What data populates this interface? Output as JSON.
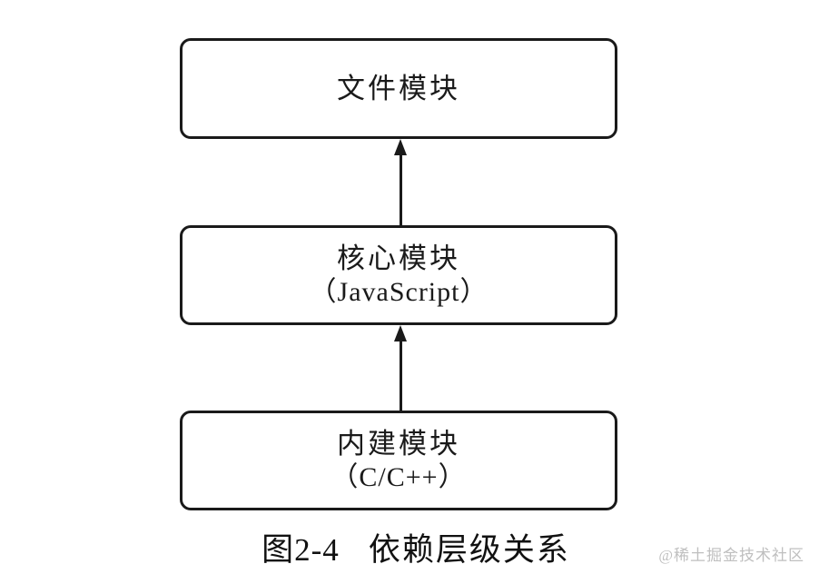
{
  "diagram": {
    "boxes": {
      "file": {
        "title": "文件模块"
      },
      "core": {
        "title": "核心模块",
        "subtitle": "（JavaScript）"
      },
      "builtin": {
        "title": "内建模块",
        "subtitle": "（C/C++）"
      }
    },
    "arrows": [
      {
        "from": "core-module",
        "to": "file-module",
        "direction": "up"
      },
      {
        "from": "builtin-module",
        "to": "core-module",
        "direction": "up"
      }
    ],
    "caption": {
      "figure_label": "图2-4",
      "title": "依赖层级关系"
    },
    "watermark": "@稀土掘金技术社区",
    "colors": {
      "background": "#ffffff",
      "line": "#1a1a1a",
      "text": "#111111",
      "watermark": "#bfbfbf"
    }
  }
}
